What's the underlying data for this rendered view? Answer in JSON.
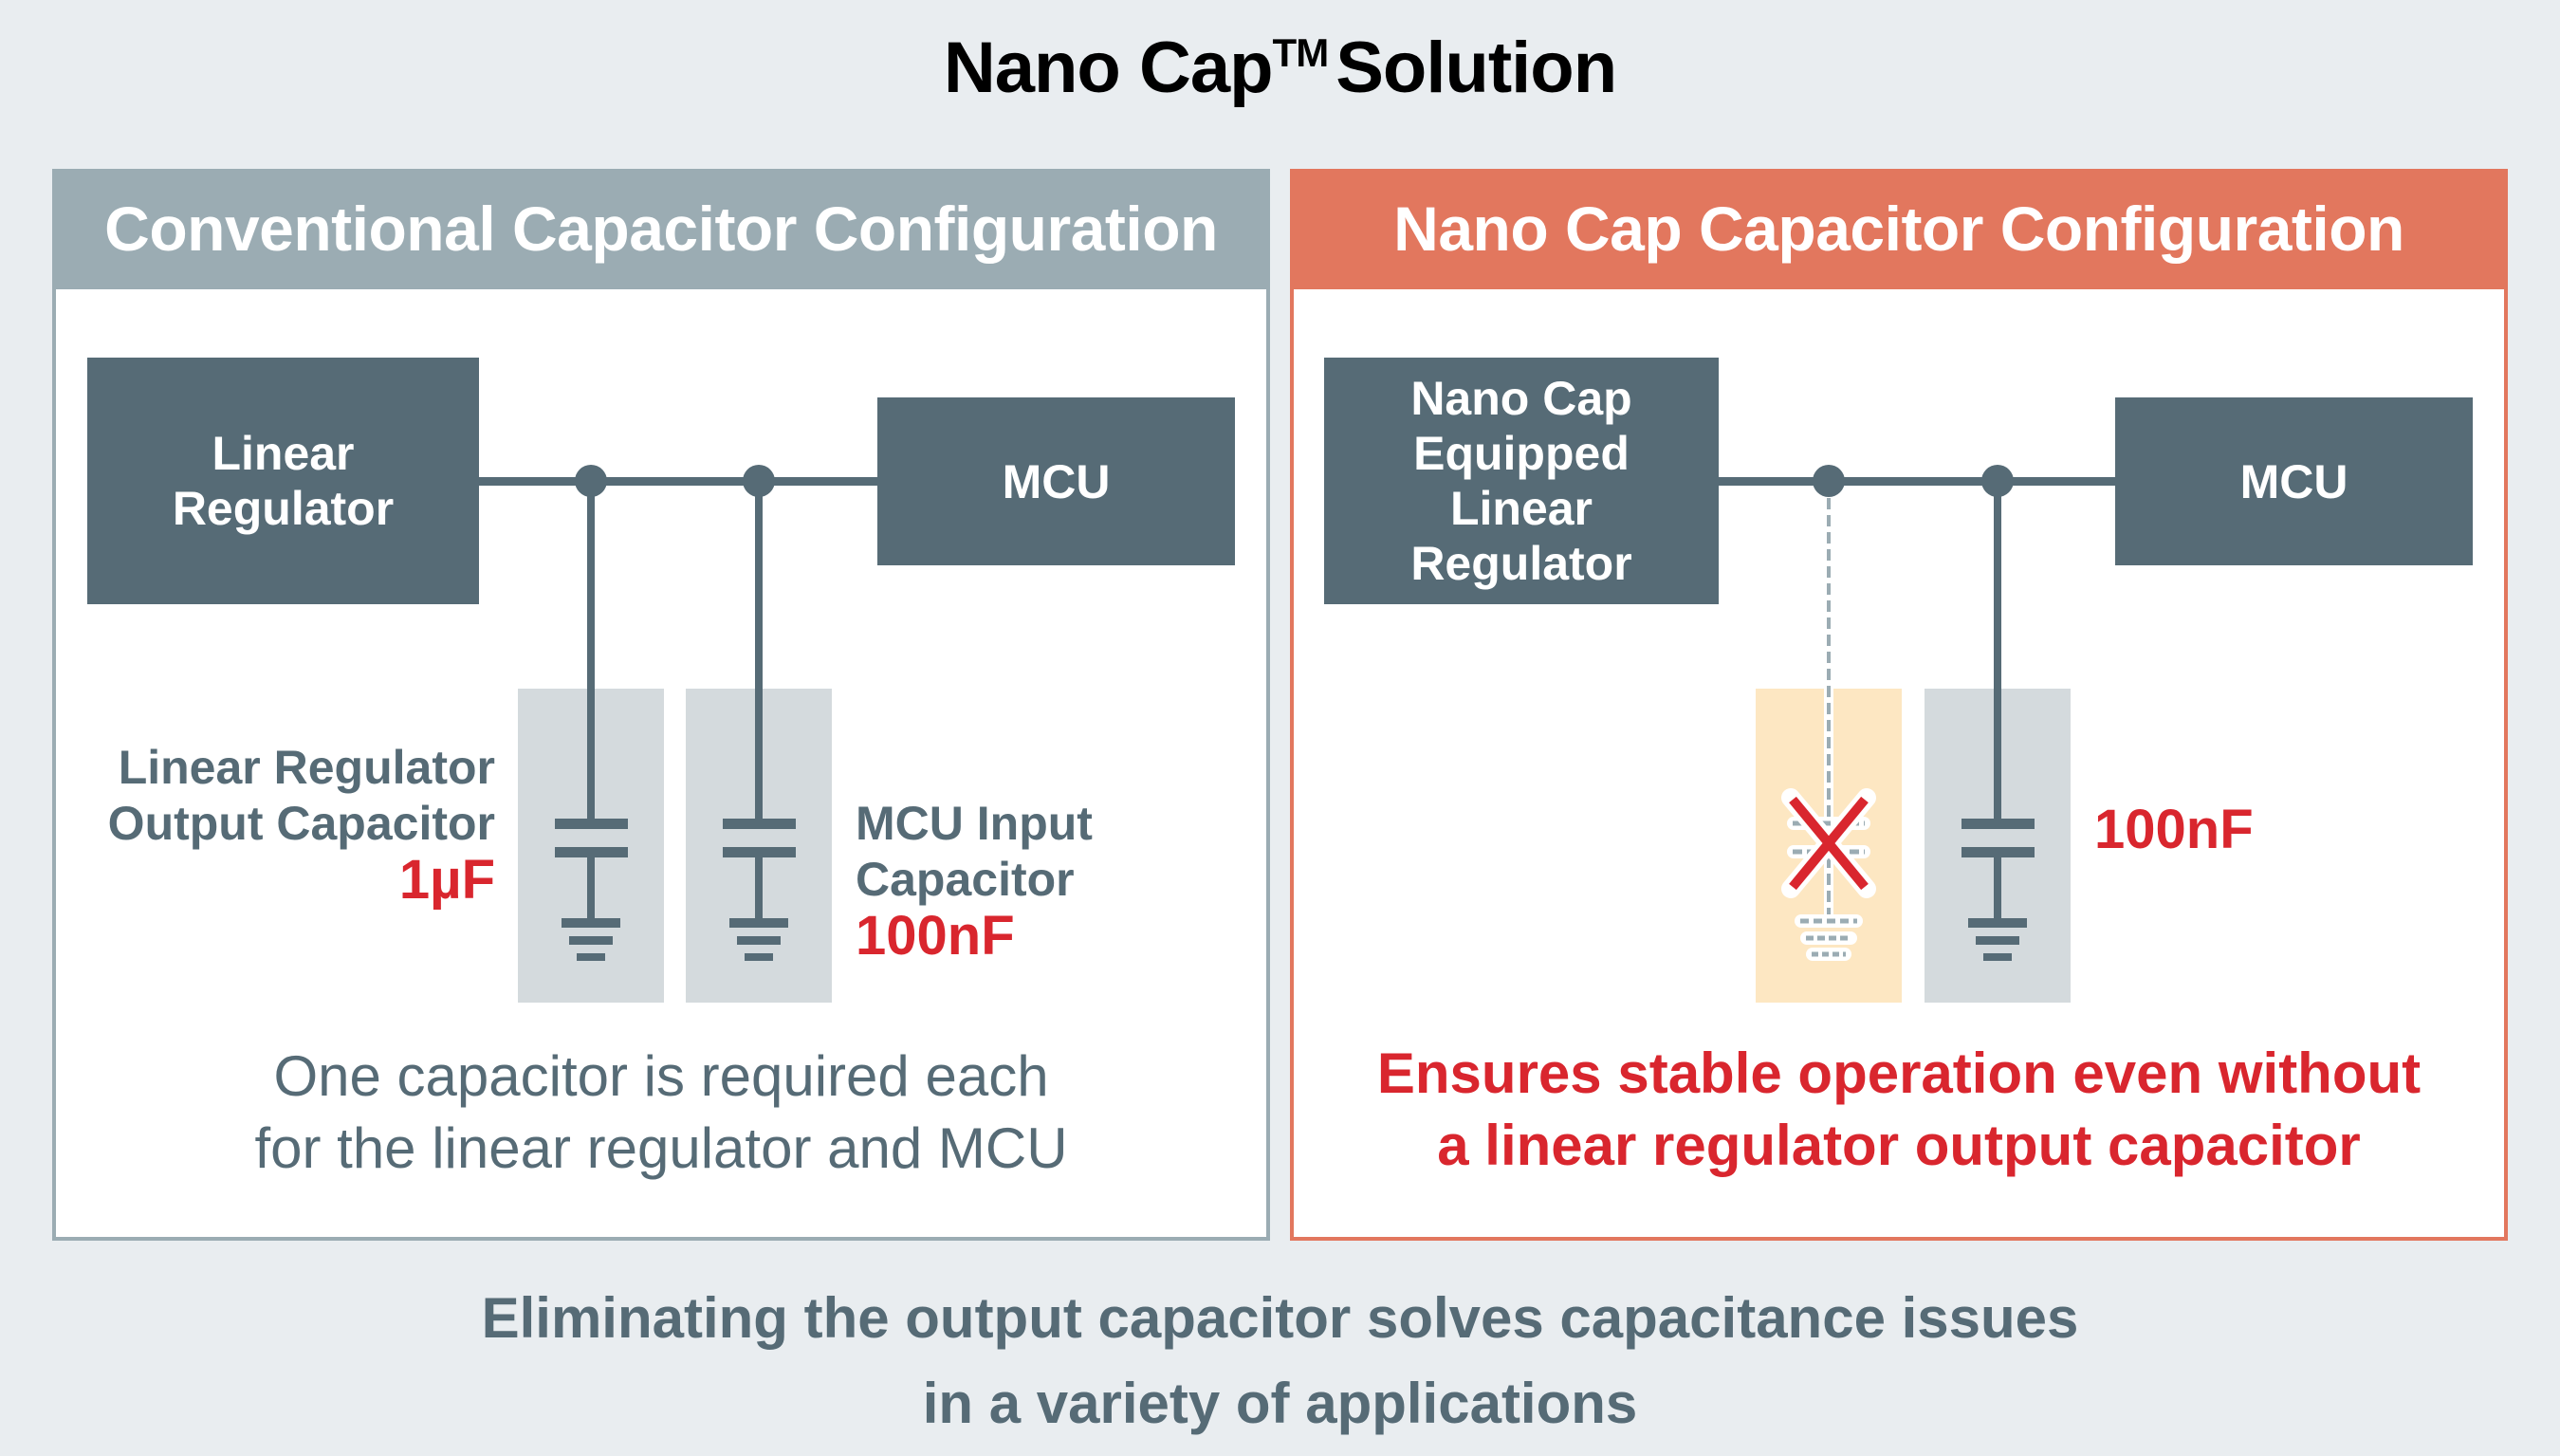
{
  "title": {
    "main": "Nano Cap",
    "tm": "TM",
    "suffix": "Solution"
  },
  "left_panel": {
    "header": "Conventional Capacitor Configuration",
    "regulator_block": [
      "Linear",
      "Regulator"
    ],
    "mcu_block": "MCU",
    "output_cap_label": [
      "Linear Regulator",
      "Output Capacitor"
    ],
    "output_cap_value": "1µF",
    "input_cap_label": [
      "MCU Input",
      "Capacitor"
    ],
    "input_cap_value": "100nF",
    "note": [
      "One capacitor is required each",
      "for the linear regulator and MCU"
    ]
  },
  "right_panel": {
    "header": "Nano Cap Capacitor Configuration",
    "regulator_block": [
      "Nano Cap",
      "Equipped",
      "Linear",
      "Regulator"
    ],
    "mcu_block": "MCU",
    "removed_cap_icon": "x-mark-icon",
    "input_cap_value": "100nF",
    "note": [
      "Ensures stable operation even without",
      "a linear regulator output capacitor"
    ]
  },
  "footer": [
    "Eliminating the output capacitor solves capacitance issues",
    "in a variety of applications"
  ],
  "colors": {
    "background": "#e9edf0",
    "conventional": "#9bacb3",
    "nanocap": "#e2775e",
    "block": "#566b76",
    "accent_red": "#d9262e",
    "cap_column": "#d4dadd",
    "removed_column": "#fde7c2"
  }
}
